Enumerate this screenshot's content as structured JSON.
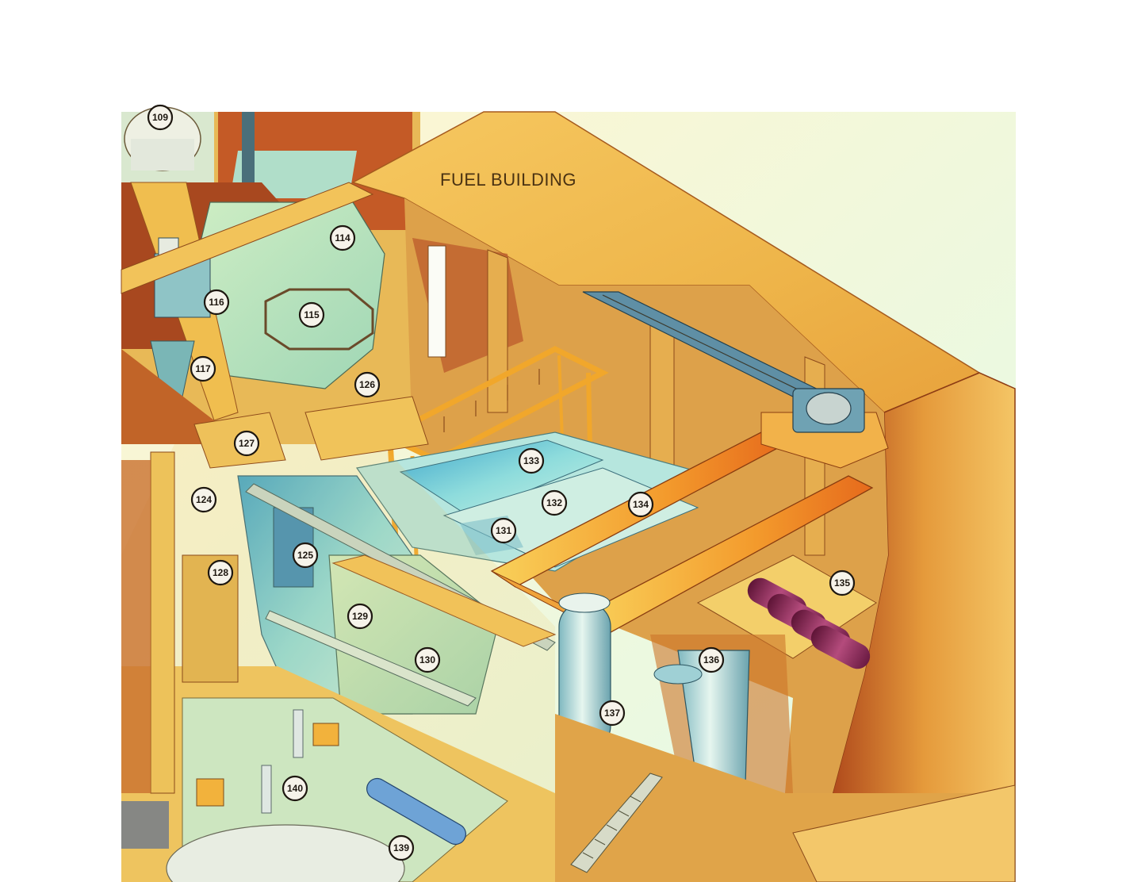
{
  "title": "FUEL BUILDING",
  "callouts": [
    "109",
    "114",
    "115",
    "116",
    "117",
    "126",
    "127",
    "124",
    "125",
    "128",
    "129",
    "130",
    "131",
    "132",
    "133",
    "134",
    "135",
    "136",
    "137",
    "140",
    "139"
  ],
  "colors": {
    "concrete": "#f0c457",
    "concrete_shadow": "#c8691f",
    "concrete_dark": "#8e2e19",
    "pool_water": "#6fc9d6",
    "equipment_green": "#bfe3b8",
    "sky": "#e8fbe6",
    "crane_yellow": "#f5c23a",
    "fuel_cask": "#8b2a55"
  }
}
